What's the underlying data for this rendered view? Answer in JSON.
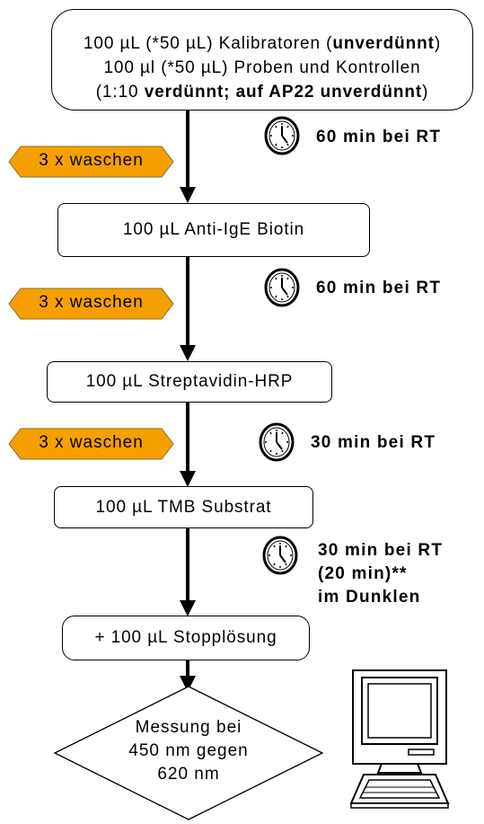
{
  "steps": [
    {
      "lines": [
        [
          {
            "t": "100 µL (*50 µL) Kalibratoren (",
            "b": false
          },
          {
            "t": "unverdünnt",
            "b": true
          },
          {
            "t": ")",
            "b": false
          }
        ],
        [
          {
            "t": "100 µl (*50 µL) Proben und Kontrollen",
            "b": false
          }
        ],
        [
          {
            "t": "(1:10 ",
            "b": false
          },
          {
            "t": "verdünnt; auf AP22 unverdünnt",
            "b": true
          },
          {
            "t": ")",
            "b": false
          }
        ]
      ]
    },
    {
      "lines": [
        [
          {
            "t": "100 µL Anti-IgE Biotin",
            "b": false
          }
        ]
      ]
    },
    {
      "lines": [
        [
          {
            "t": "100 µL Streptavidin-HRP",
            "b": false
          }
        ]
      ]
    },
    {
      "lines": [
        [
          {
            "t": "100 µL TMB Substrat",
            "b": false
          }
        ]
      ]
    },
    {
      "lines": [
        [
          {
            "t": "+ 100 µL Stopplösung",
            "b": false
          }
        ]
      ]
    }
  ],
  "wash_label": "3 x waschen",
  "incubations": [
    {
      "lines": [
        "60 min bei RT"
      ]
    },
    {
      "lines": [
        "60 min bei RT"
      ]
    },
    {
      "lines": [
        "30 min bei RT"
      ]
    },
    {
      "lines": [
        "30 min bei RT",
        "(20 min)**",
        "im Dunklen"
      ]
    }
  ],
  "measurement": {
    "lines": [
      "Messung bei",
      "450 nm gegen",
      "620 nm"
    ]
  },
  "colors": {
    "wash_fill": "#f5a000",
    "stroke": "#000000",
    "box_fill": "#ffffff"
  },
  "icons": {
    "clock": "clock-icon",
    "computer": "computer-icon"
  }
}
